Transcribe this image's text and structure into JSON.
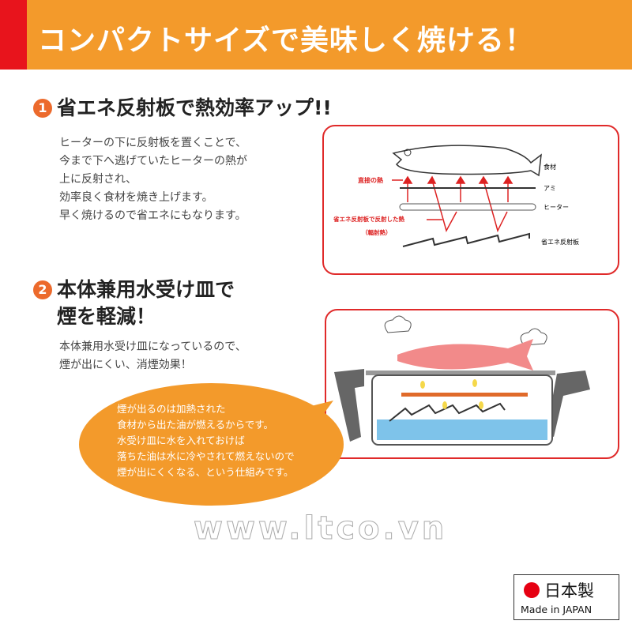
{
  "header": {
    "title": "コンパクトサイズで美味しく焼ける！"
  },
  "section1": {
    "number": "1",
    "title": "省エネ反射板で熱効率アップ!!",
    "body": [
      "ヒーターの下に反射板を置くことで、",
      "今まで下へ逃げていたヒーターの熱が",
      "上に反射され、",
      "効率良く食材を焼き上げます。",
      "早く焼けるので省エネにもなります。"
    ],
    "diagram": {
      "food": "食材",
      "net": "アミ",
      "heater": "ヒーター",
      "reflector": "省エネ反射板",
      "direct_heat": "直接の熱",
      "reflected_heat": "省エネ反射板で反射した熱",
      "radiant": "（輻射熱）"
    }
  },
  "section2": {
    "number": "2",
    "title_lines": [
      "本体兼用水受け皿で",
      "煙を軽減！"
    ],
    "body": [
      "本体兼用水受け皿になっているので、",
      "煙が出にくい、消煙効果！"
    ],
    "bubble": [
      "煙が出るのは加熱された",
      "食材から出た油が燃えるからです。",
      "水受け皿に水を入れておけば",
      "落ちた油は水に冷やされて燃えないので",
      "煙が出にくくなる、という仕組みです。"
    ]
  },
  "watermark": "www.ltco.vn",
  "badge": {
    "jp": "日本製",
    "en": "Made in JAPAN"
  },
  "colors": {
    "orange": "#f39a2b",
    "red": "#e8141c",
    "diagram_red": "#e02a2a"
  }
}
